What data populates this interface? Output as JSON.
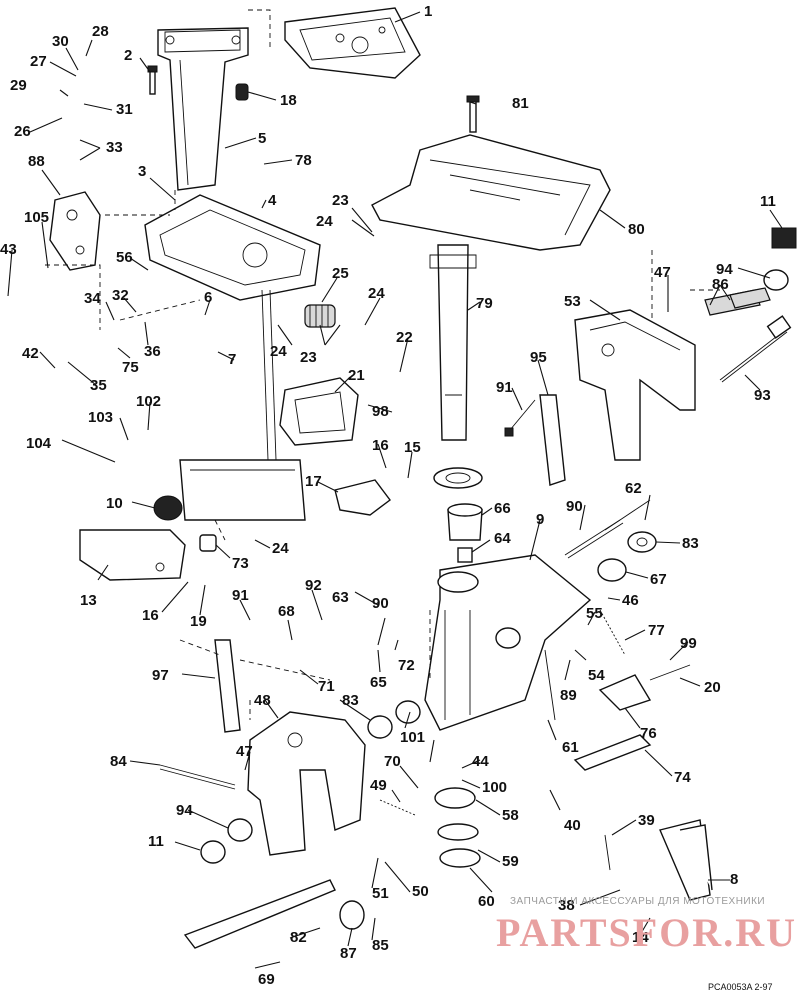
{
  "figure": {
    "code": "PCA0053A  2-97"
  },
  "watermark": {
    "tagline": "ЗАПЧАСТИ И АКСЕССУАРЫ ДЛЯ МОТОТЕХНИКИ",
    "logo": "PARTSFOR.RU"
  },
  "colors": {
    "line": "#111111",
    "background": "#ffffff",
    "watermark_logo": "#e8a0a0"
  },
  "callouts": {
    "c1": "1",
    "c2": "2",
    "c3": "3",
    "c4": "4",
    "c5": "5",
    "c6": "6",
    "c7": "7",
    "c8": "8",
    "c9": "9",
    "c10": "10",
    "c11a": "11",
    "c11b": "11",
    "c13": "13",
    "c14": "14",
    "c15": "15",
    "c16a": "16",
    "c16b": "16",
    "c17": "17",
    "c18": "18",
    "c19": "19",
    "c20": "20",
    "c21": "21",
    "c22": "22",
    "c23a": "23",
    "c23b": "23",
    "c24a": "24",
    "c24b": "24",
    "c24c": "24",
    "c24d": "24",
    "c25": "25",
    "c26": "26",
    "c27": "27",
    "c28": "28",
    "c29": "29",
    "c30": "30",
    "c31": "31",
    "c32": "32",
    "c33": "33",
    "c34": "34",
    "c35": "35",
    "c36": "36",
    "c38": "38",
    "c39": "39",
    "c40": "40",
    "c42": "42",
    "c43": "43",
    "c44": "44",
    "c46": "46",
    "c47a": "47",
    "c47b": "47",
    "c48": "48",
    "c49": "49",
    "c50": "50",
    "c51": "51",
    "c53": "53",
    "c54": "54",
    "c55": "55",
    "c56": "56",
    "c58": "58",
    "c59": "59",
    "c60": "60",
    "c61": "61",
    "c62": "62",
    "c63": "63",
    "c64": "64",
    "c65": "65",
    "c66": "66",
    "c67": "67",
    "c68": "68",
    "c69": "69",
    "c70": "70",
    "c71": "71",
    "c72": "72",
    "c73": "73",
    "c74": "74",
    "c75": "75",
    "c76": "76",
    "c77": "77",
    "c78": "78",
    "c79": "79",
    "c80": "80",
    "c81": "81",
    "c82": "82",
    "c83a": "83",
    "c83b": "83",
    "c84": "84",
    "c85": "85",
    "c86": "86",
    "c87": "87",
    "c88": "88",
    "c89": "89",
    "c90a": "90",
    "c90b": "90",
    "c91a": "91",
    "c91b": "91",
    "c92": "92",
    "c93": "93",
    "c94a": "94",
    "c94b": "94",
    "c95": "95",
    "c97": "97",
    "c98": "98",
    "c99": "99",
    "c100": "100",
    "c101": "101",
    "c102": "102",
    "c103": "103",
    "c104": "104",
    "c105": "105"
  }
}
